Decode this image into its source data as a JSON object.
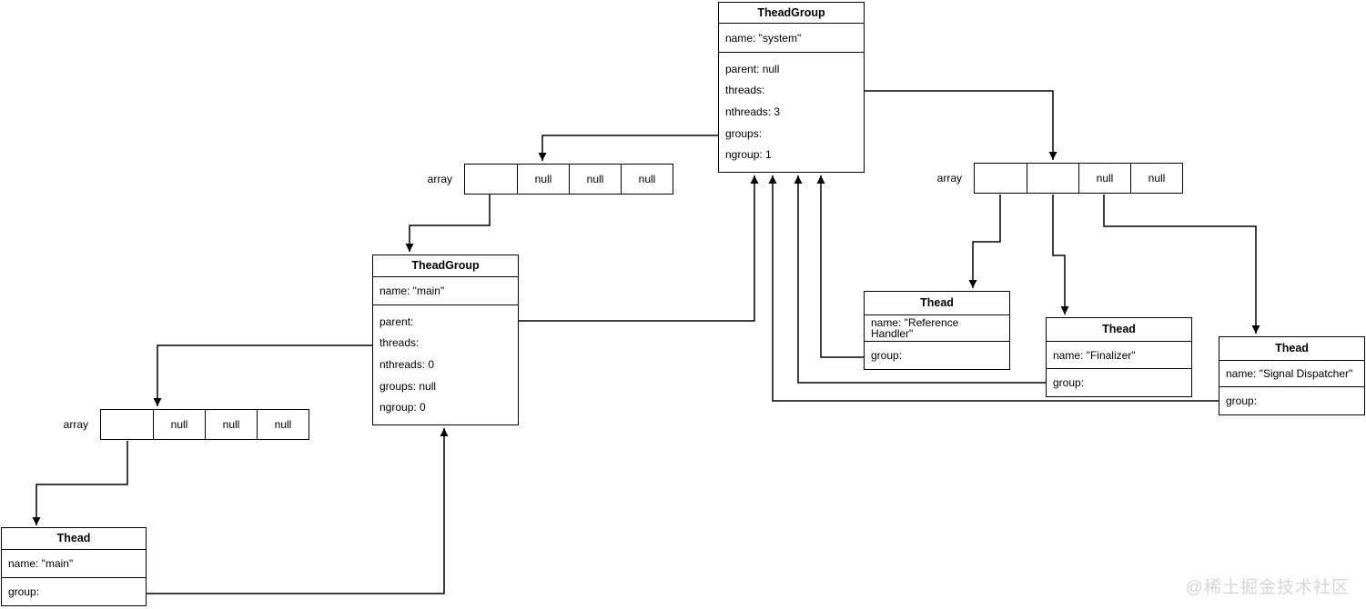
{
  "diagram": {
    "boxes": {
      "system_group": {
        "title": "TheadGroup",
        "name": "name: \"system\"",
        "attrs": [
          "parent: null",
          "threads:",
          "nthreads: 3",
          "groups:",
          "ngroup: 1"
        ]
      },
      "main_group": {
        "title": "TheadGroup",
        "name": "name: \"main\"",
        "attrs": [
          "parent:",
          "threads:",
          "nthreads: 0",
          "groups: null",
          "ngroup: 0"
        ]
      },
      "main_thread": {
        "title": "Thead",
        "name": "name: \"main\"",
        "attrs": [
          "group:"
        ]
      },
      "reference_handler_thread": {
        "title": "Thead",
        "name": "name: \"Reference Handler\"",
        "attrs": [
          "group:"
        ]
      },
      "finalizer_thread": {
        "title": "Thead",
        "name": "name: \"Finalizer\"",
        "attrs": [
          "group:"
        ]
      },
      "signal_dispatcher_thread": {
        "title": "Thead",
        "name": "name: \"Signal Dispatcher\"",
        "attrs": [
          "group:"
        ]
      }
    },
    "arrays": {
      "system_groups_array": {
        "label": "array",
        "cells": [
          "",
          "null",
          "null",
          "null"
        ]
      },
      "system_threads_array": {
        "label": "array",
        "cells": [
          "",
          "",
          "null",
          "null"
        ]
      },
      "main_threads_array": {
        "label": "array",
        "cells": [
          "",
          "null",
          "null",
          "null"
        ]
      }
    },
    "watermark": "@稀土掘金技术社区",
    "colors": {
      "stroke": "#000000",
      "background": "#ffffff",
      "watermark": "#d6d6d6"
    }
  }
}
